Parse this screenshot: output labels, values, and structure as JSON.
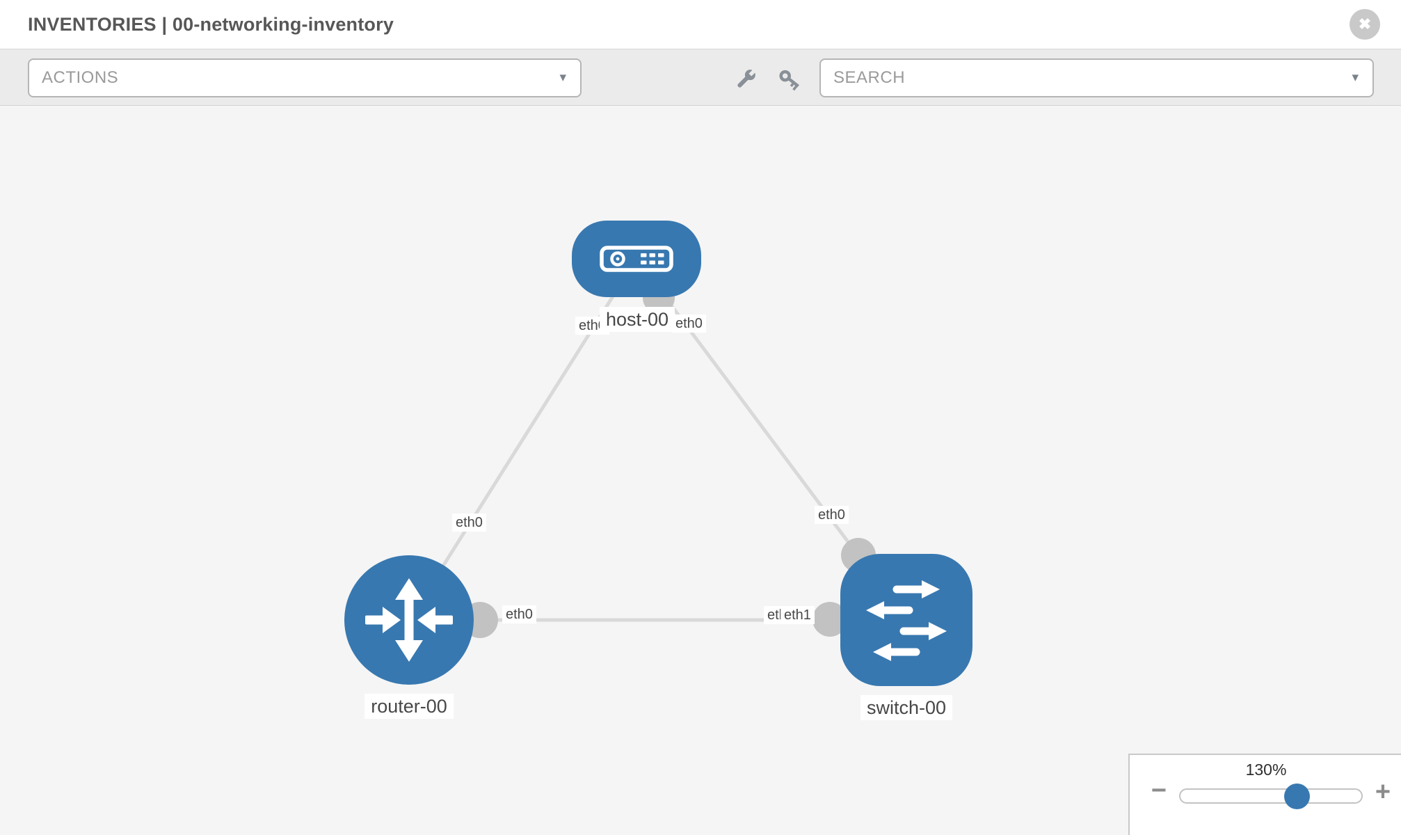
{
  "header": {
    "title": "INVENTORIES | 00-networking-inventory"
  },
  "toolbar": {
    "actions_label": "ACTIONS",
    "search_label": "SEARCH"
  },
  "icons": {
    "close": "✖",
    "dropdown_caret": "▾",
    "minus": "−",
    "plus": "+",
    "wrench": "wrench-icon",
    "key": "key-icon"
  },
  "graph": {
    "nodes": [
      {
        "label": "host-00",
        "type": "host"
      },
      {
        "label": "router-00",
        "type": "router"
      },
      {
        "label": "switch-00",
        "type": "switch"
      }
    ],
    "links": [
      {
        "source": "host-00",
        "target": "router-00",
        "source_interface": "eth0",
        "target_interface": "eth0"
      },
      {
        "source": "host-00",
        "target": "switch-00",
        "source_interface": "eth0",
        "target_interface": "eth0"
      },
      {
        "source": "router-00",
        "target": "switch-00",
        "source_interface": "eth0",
        "target_interface": "eth1"
      }
    ],
    "interface_labels": [
      {
        "text": "eth0"
      },
      {
        "text": "eth0"
      },
      {
        "text": "eth0"
      },
      {
        "text": "eth0"
      },
      {
        "text": "eth0"
      },
      {
        "text": "eth0"
      },
      {
        "text": "eth1"
      }
    ]
  },
  "zoom_control": {
    "level": "130%"
  }
}
